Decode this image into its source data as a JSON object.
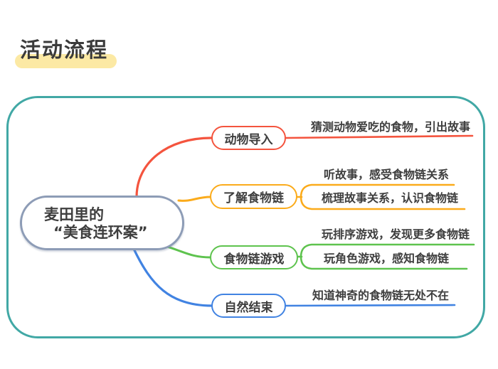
{
  "page": {
    "title": "活动流程",
    "title_highlight_color": "#fce9a4",
    "frame_border_color": "#41a8a5",
    "background_color": "#ffffff",
    "text_color": "#3e3e3e"
  },
  "mindmap": {
    "root": {
      "line1": "麦田里的",
      "line2": "“美食连环案”",
      "border_color": "#8d9cb6"
    },
    "branches": [
      {
        "label": "动物导入",
        "color": "#f4543e",
        "children": [
          {
            "text": "猜测动物爱吃的食物，引出故事"
          }
        ]
      },
      {
        "label": "了解食物链",
        "color": "#fbab1b",
        "children": [
          {
            "text": "听故事，感受食物链关系"
          },
          {
            "text": "梳理故事关系，认识食物链"
          }
        ]
      },
      {
        "label": "食物链游戏",
        "color": "#5ec34e",
        "children": [
          {
            "text": "玩排序游戏，发现更多食物链"
          },
          {
            "text": "玩角色游戏，感知食物链"
          }
        ]
      },
      {
        "label": "自然结束",
        "color": "#4183e2",
        "children": [
          {
            "text": "知道神奇的食物链无处不在"
          }
        ]
      }
    ]
  }
}
